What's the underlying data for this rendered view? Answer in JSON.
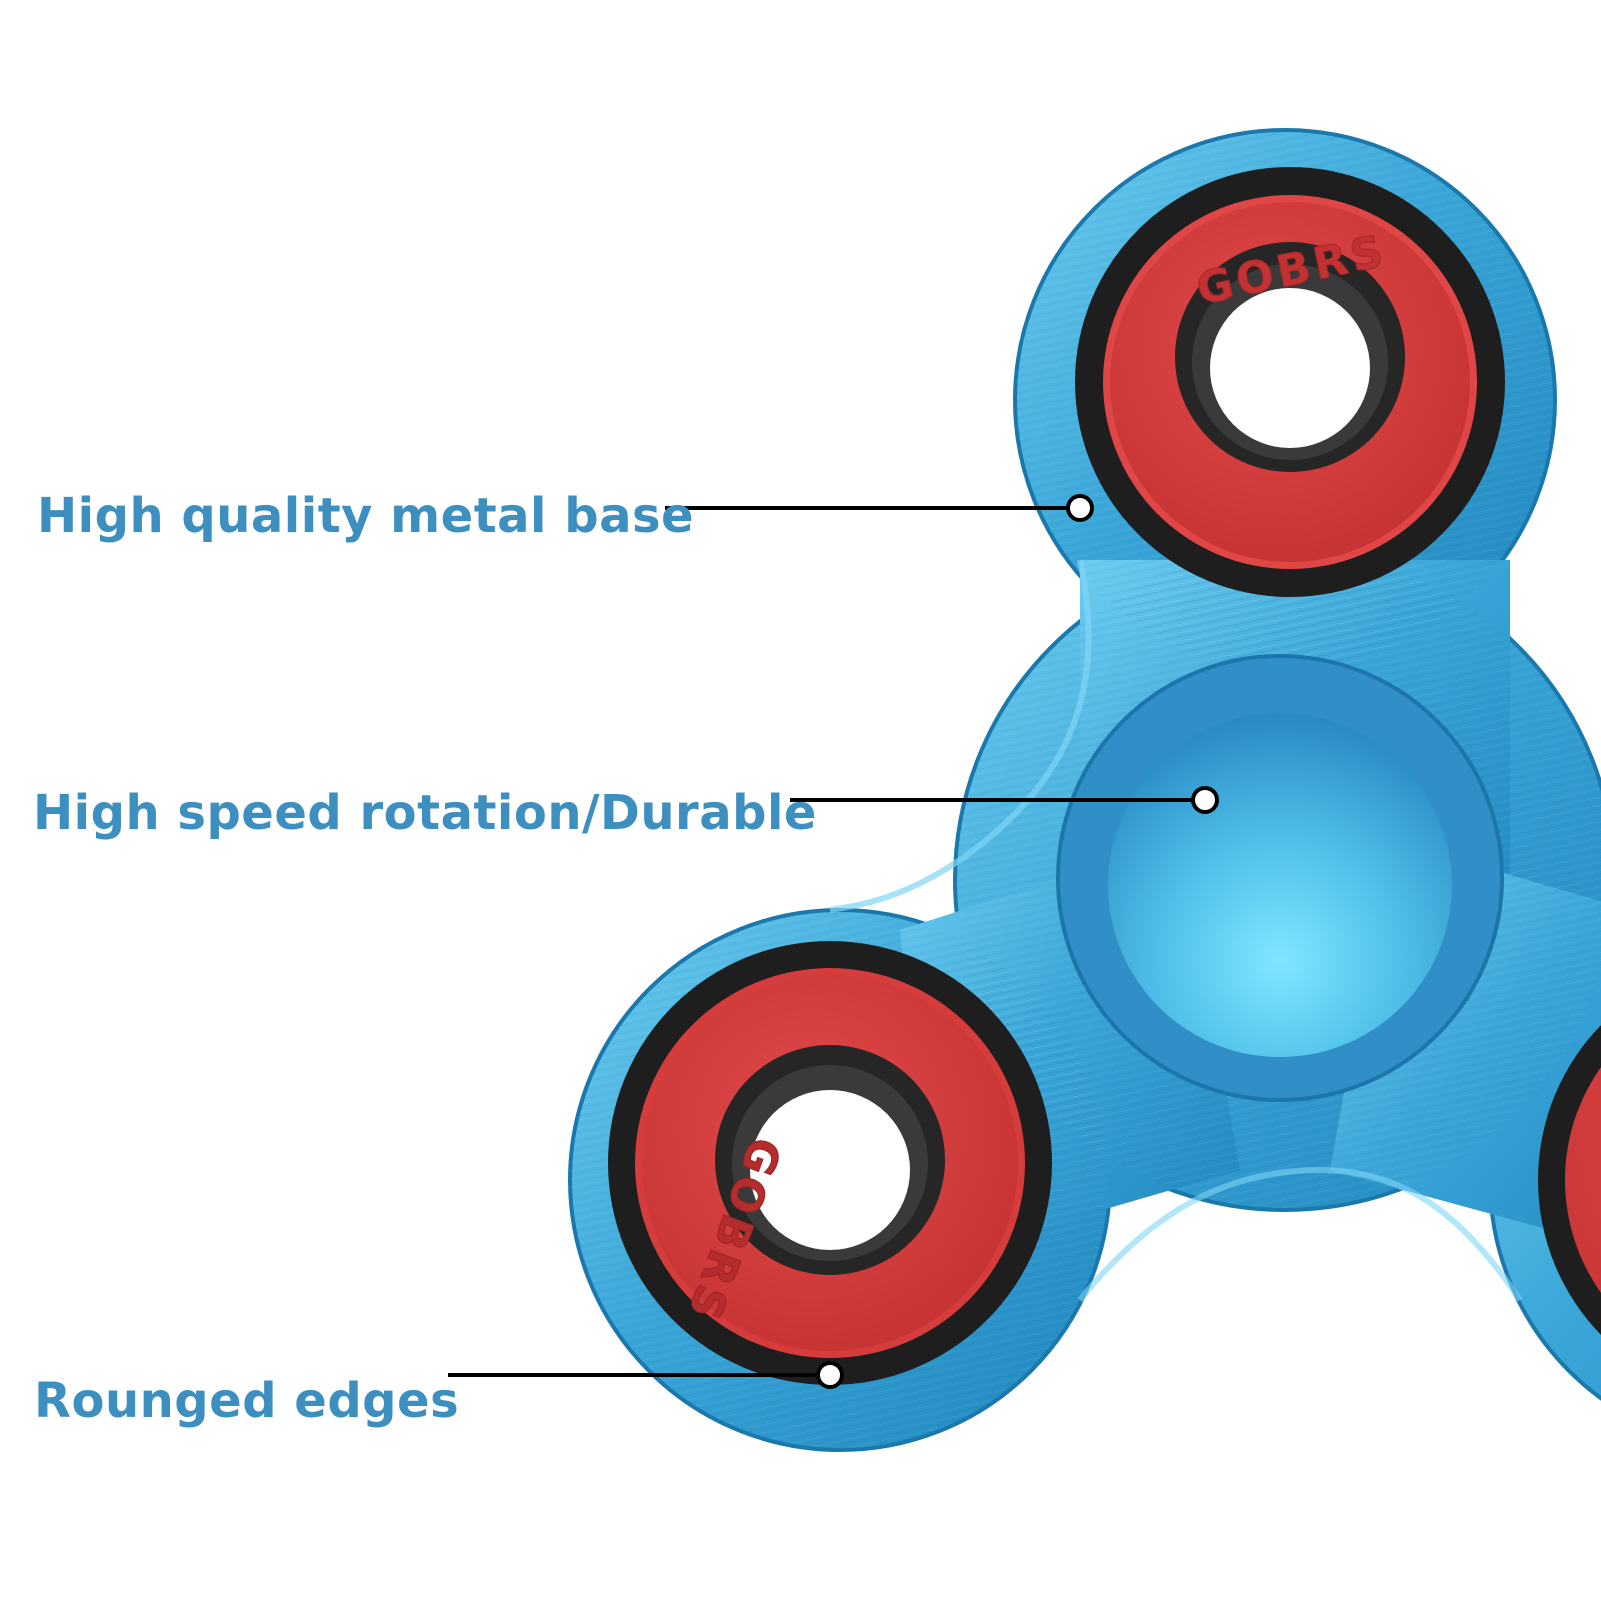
{
  "callouts": [
    {
      "label": "High quality metal base"
    },
    {
      "label": "High speed rotation/Durable"
    },
    {
      "label": "Rounged edges"
    }
  ],
  "bearing_text": "GOBRS",
  "colors": {
    "label": "#3d8fc0",
    "body_light": "#6fd0f2",
    "body_mid": "#3aa8da",
    "body_dark": "#1d7fb5",
    "bearing_red": "#d83c3c",
    "bearing_red_dark": "#b82c2c",
    "seal_black": "#1e1e1e",
    "leader_line": "#000000"
  }
}
